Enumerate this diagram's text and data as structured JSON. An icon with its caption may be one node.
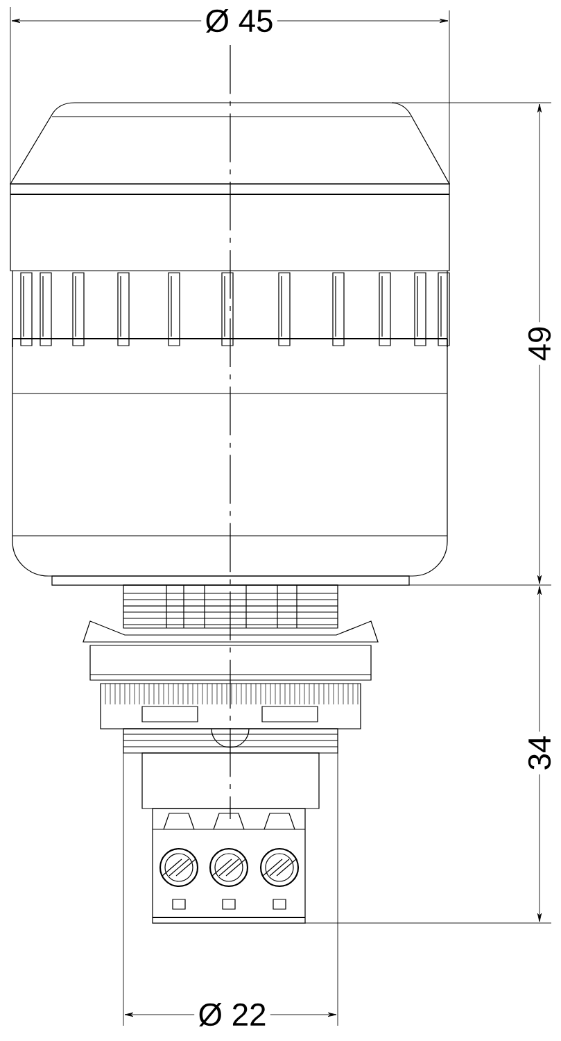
{
  "diagram": {
    "labels": [
      "Ø 45",
      "49",
      "34",
      "Ø 22"
    ]
  }
}
